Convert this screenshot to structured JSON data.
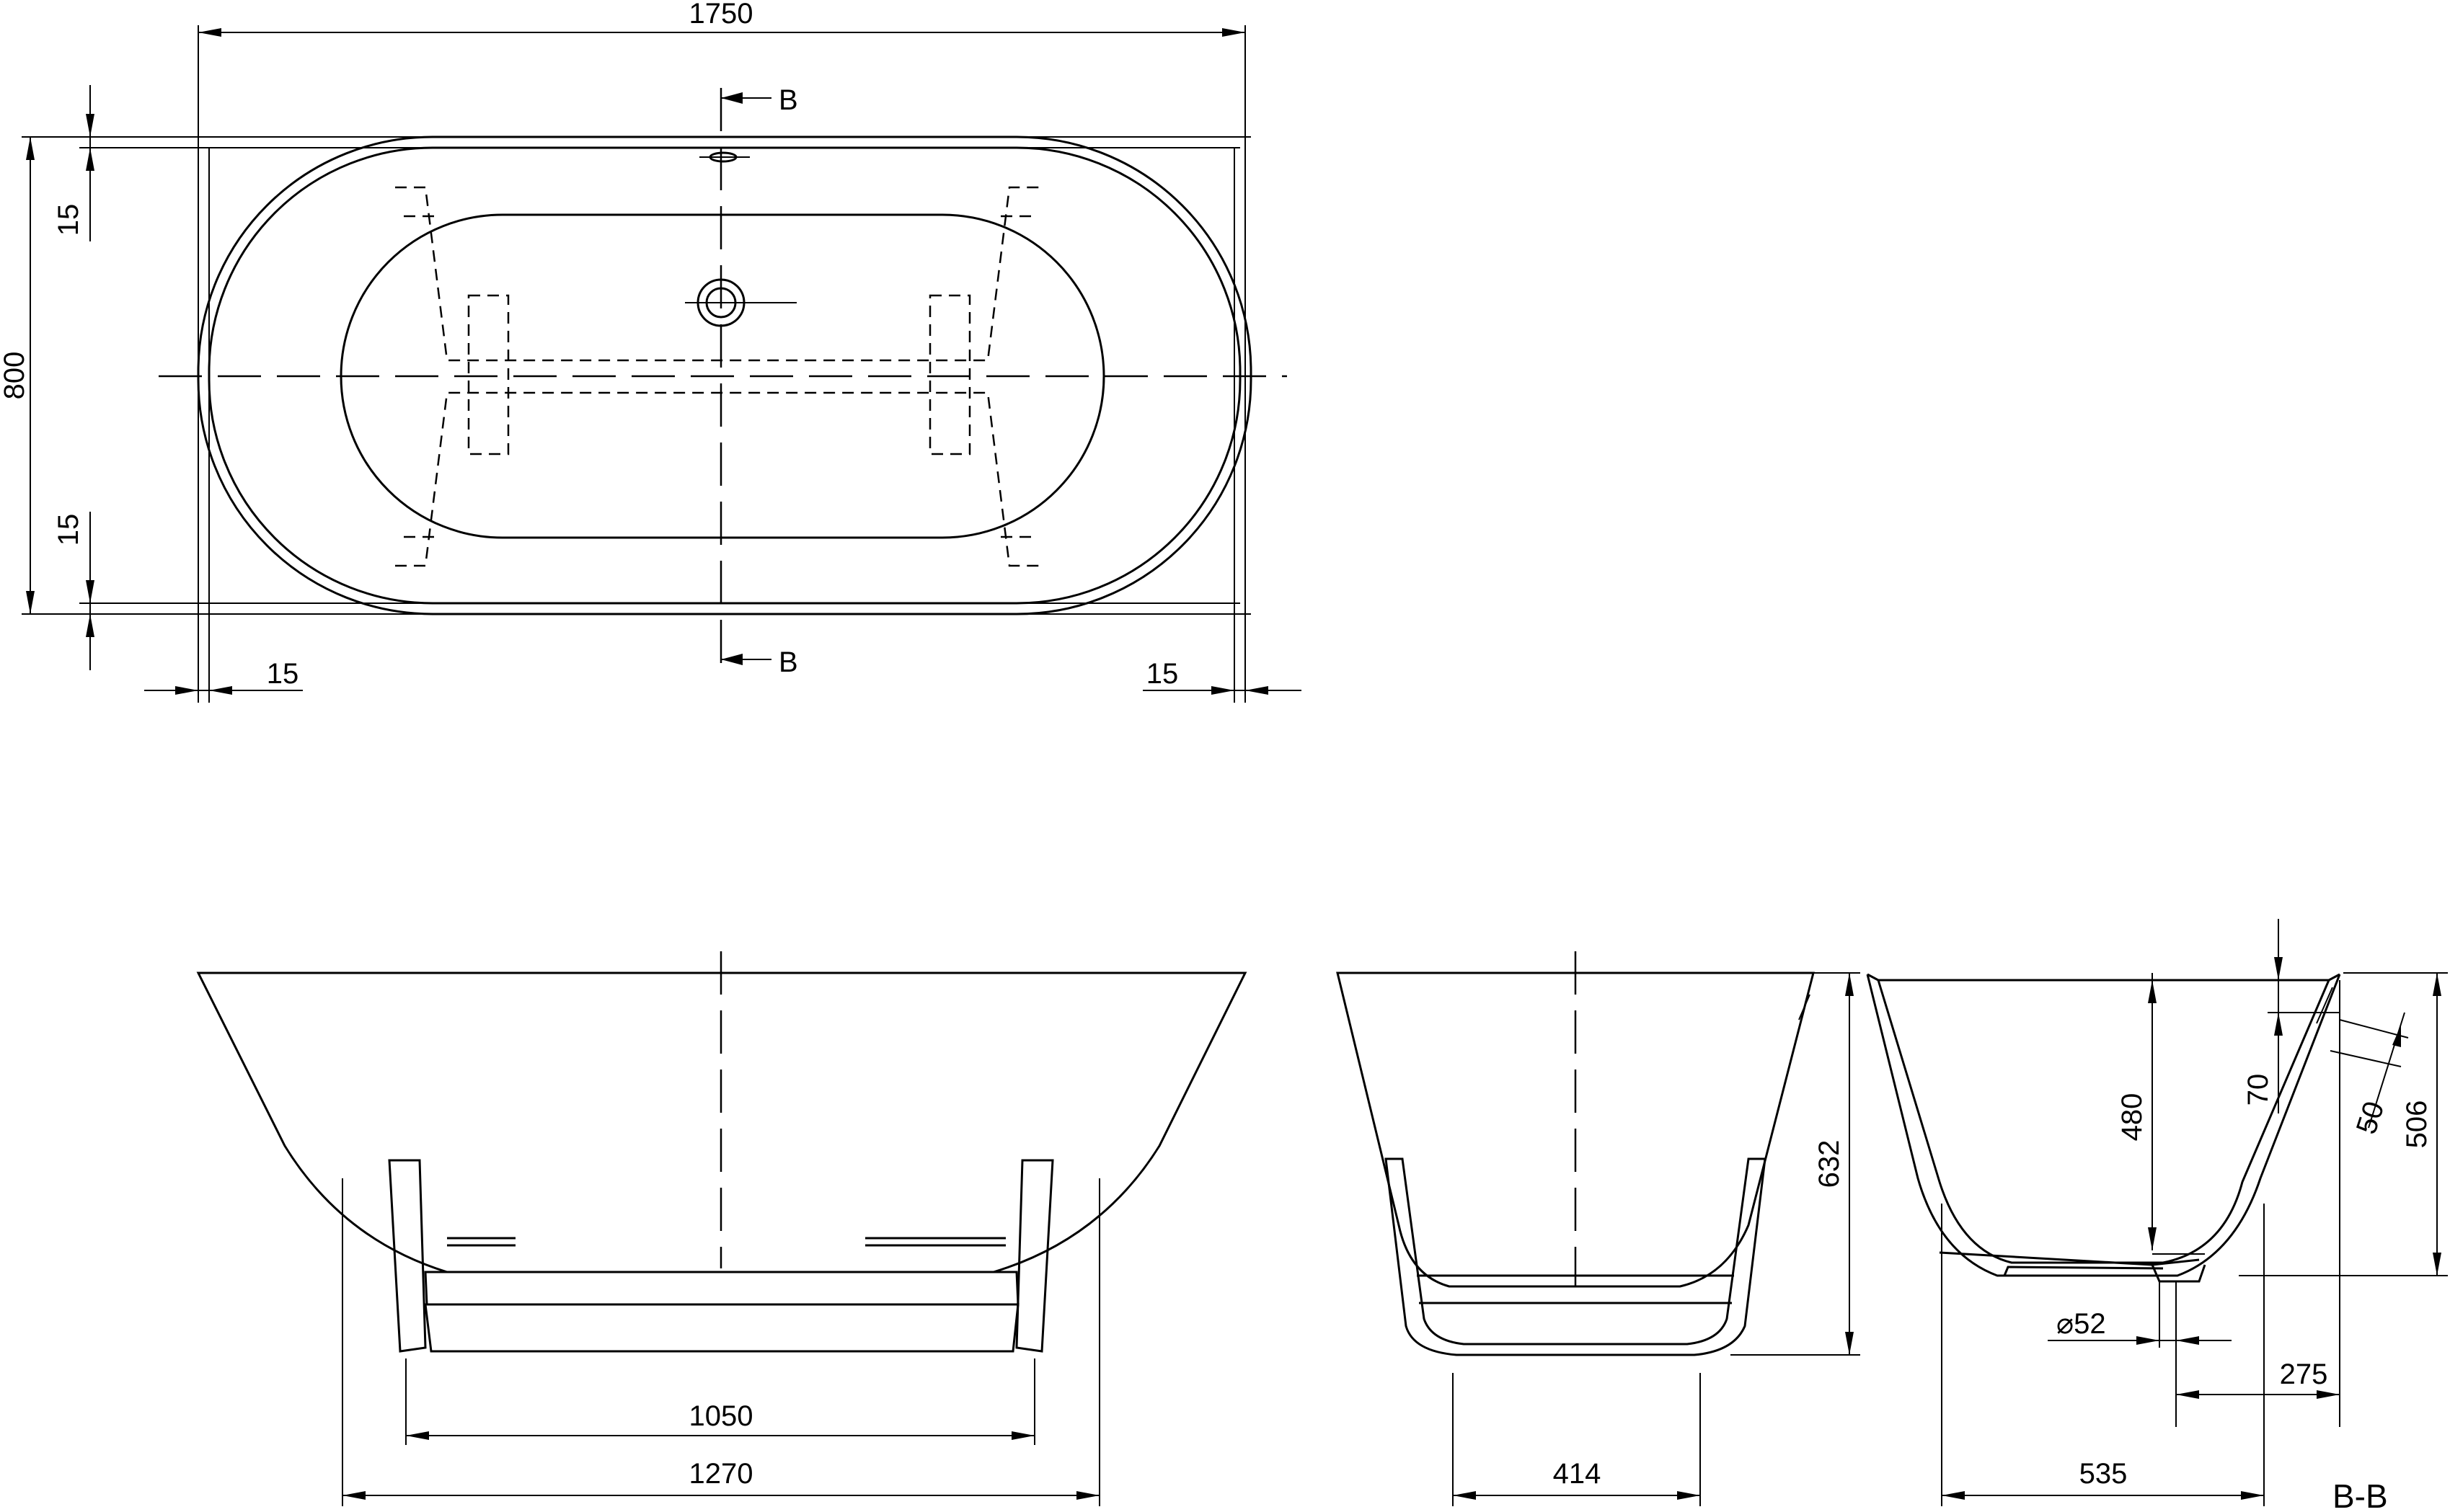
{
  "drawing": {
    "dimensions": {
      "overall_length": "1750",
      "overall_width": "800",
      "rim_top": "15",
      "rim_bottom": "15",
      "rim_left": "15",
      "rim_right": "15",
      "support_inner": "1050",
      "base_length": "1270",
      "height": "632",
      "base_width": "414",
      "section_inner_depth": "480",
      "overflow_height": "70",
      "overflow_offset": "50",
      "section_height": "506",
      "drain_diameter": "⌀52",
      "drain_offset": "275",
      "section_base_width": "535"
    },
    "section_marks": {
      "top": "B",
      "bottom": "B",
      "view_title": "B-B"
    }
  }
}
